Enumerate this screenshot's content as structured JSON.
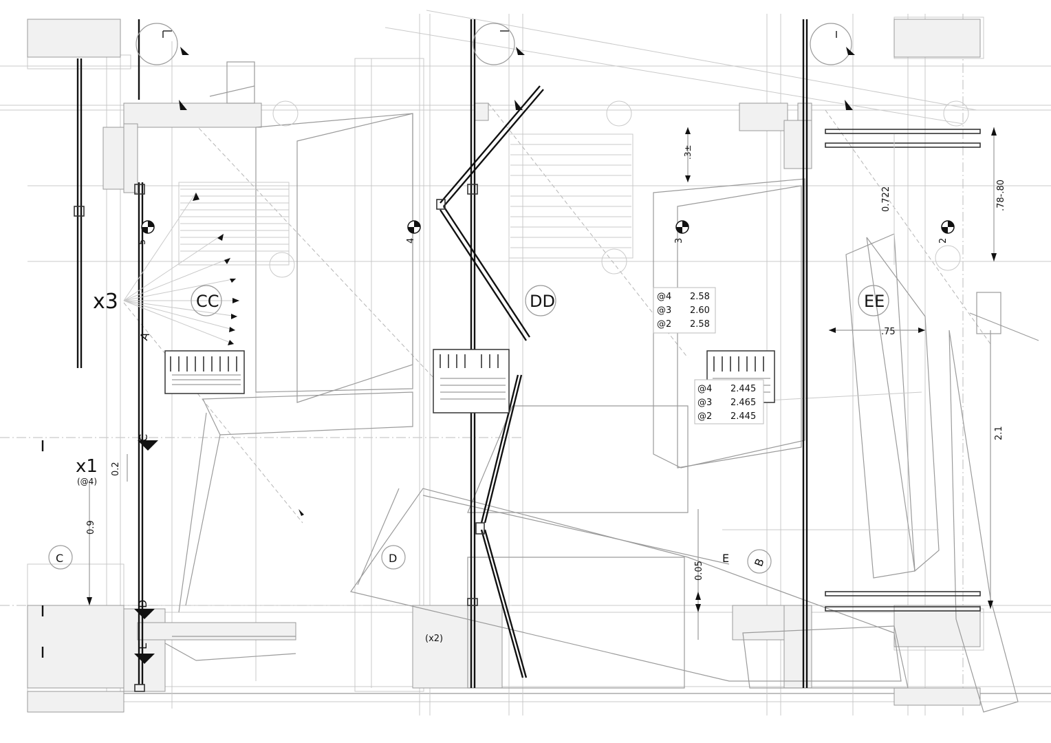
{
  "section_labels": {
    "cc": "CC",
    "dd": "DD",
    "ee": "EE"
  },
  "multipliers": {
    "x3": "x3",
    "x1": "x1",
    "x1_note": "(@4)",
    "x2": "(x2)"
  },
  "gridline_markers": {
    "a": "A",
    "b": "B",
    "c_left": "C",
    "c_mid": "C",
    "d_mid": "D",
    "d_center": "D",
    "e_bottom": "E",
    "e_right": "E"
  },
  "level_markers": [
    "5",
    "4",
    "3",
    "2"
  ],
  "dimensions": {
    "d_0_2": "0.2",
    "d_0_9": "0.9",
    "d_0_05": "0.05",
    "d_0_3": ".3±",
    "d_0_722": "0.722",
    "d_78_80": ".78-.80",
    "d_075": ".75",
    "d_2_1": "2.1"
  },
  "table_heights_1": [
    {
      "level": "@4",
      "value": "2.58"
    },
    {
      "level": "@3",
      "value": "2.60"
    },
    {
      "level": "@2",
      "value": "2.58"
    }
  ],
  "table_heights_2": [
    {
      "level": "@4",
      "value": "2.445"
    },
    {
      "level": "@3",
      "value": "2.465"
    },
    {
      "level": "@2",
      "value": "2.445"
    }
  ]
}
